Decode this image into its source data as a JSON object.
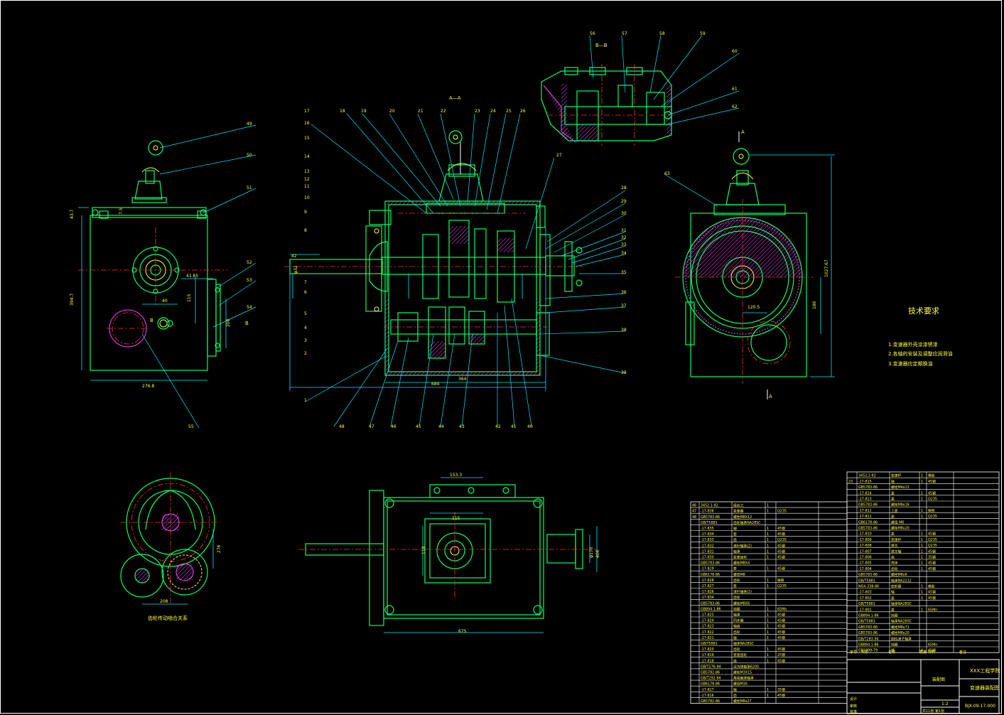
{
  "section_labels": {
    "aa": "A—A",
    "bb": "B—B",
    "a_mark_top": "A",
    "a_mark_bottom": "A",
    "b_mark1": "B",
    "b_mark2": "B"
  },
  "tech_requirements": {
    "title": "技术要求",
    "items": [
      "1.变速器外壳涂漆锈漆",
      "2.各轴的安装及调整应润滑油",
      "3.变速器应定期换油"
    ]
  },
  "gear_caption": "齿轮传动啮合关系",
  "dimensions": {
    "left_height": "394.7",
    "left_top": "43.7",
    "left_75": "7.5",
    "left_width": "276.8",
    "left_40": "40",
    "left_115": "115",
    "left_4185": "41.85",
    "left_200": "200",
    "main_width": "684",
    "main_364": "364",
    "main_42": "42",
    "main_32": "φ32",
    "right_height": "1027.67",
    "right_180": "180",
    "right_1205": "120.5",
    "bottom_153": "153.3",
    "bottom_115": "115",
    "bottom_675": "675",
    "bottom_118": "118",
    "bottom_170": "φ170",
    "bottom_406": "406",
    "gear_208": "208",
    "gear_276": "276"
  },
  "callouts_top": [
    "17",
    "18",
    "19",
    "20",
    "21",
    "22",
    "23",
    "24",
    "25",
    "26"
  ],
  "callouts_left": [
    "16",
    "15",
    "14",
    "13",
    "12",
    "11",
    "10",
    "9",
    "8",
    "7",
    "6",
    "5",
    "4",
    "3",
    "2",
    "1"
  ],
  "callouts_right": [
    "27",
    "28",
    "29",
    "30",
    "31",
    "32",
    "33",
    "34",
    "35",
    "36",
    "37",
    "38",
    "39"
  ],
  "callouts_bottom": [
    "48",
    "47",
    "46",
    "45",
    "44",
    "43",
    "42",
    "41",
    "40"
  ],
  "callouts_leftview": [
    "49",
    "50",
    "51",
    "52",
    "53",
    "54",
    "55"
  ],
  "callouts_bb": [
    "56",
    "57",
    "58",
    "59",
    "60",
    "61",
    "62"
  ],
  "callout_right_view": "63",
  "bom_left": {
    "rows": [
      [
        "46",
        "3452.1-92",
        "组合工",
        "1",
        "",
        ""
      ],
      [
        "47",
        "-17-836",
        "变速器",
        "1",
        "Q235",
        ""
      ],
      [
        "48",
        "GB5783-86",
        "螺栓M8X12",
        "",
        "",
        " "
      ],
      [
        "",
        "GB/T5881",
        "齿轮轴承NA28SC",
        "",
        "",
        ""
      ],
      [
        "",
        "-17-835",
        "轴",
        "1",
        "45钢",
        ""
      ],
      [
        "",
        "-17-834",
        "套",
        "1",
        "45钢",
        ""
      ],
      [
        "",
        "-17-833",
        "齿",
        "1",
        "Q235",
        ""
      ],
      [
        "",
        "-17-832",
        "滚针轴承(2)",
        "1",
        "45钢",
        ""
      ],
      [
        "",
        "-17-831",
        "轴承",
        "1",
        "45钢",
        ""
      ],
      [
        "",
        "-17-830",
        "变速齿轮",
        "1",
        "45钢",
        ""
      ],
      [
        "",
        "GB5783-86",
        "螺栓M8X4",
        "",
        "",
        ""
      ],
      [
        "",
        "-17-829",
        "套",
        "1",
        "45钢",
        ""
      ],
      [
        "",
        "GB6178-86",
        "螺母M8",
        "",
        "",
        ""
      ],
      [
        "",
        "-17-828",
        "齿轮",
        "1",
        "铸铁",
        ""
      ],
      [
        "",
        "-17-827",
        "套",
        "1",
        "Q235",
        ""
      ],
      [
        "",
        "-17-826",
        "滚针轴承(2)",
        "",
        "",
        ""
      ],
      [
        "",
        "-17-834",
        "齿轮",
        "",
        "",
        ""
      ],
      [
        "",
        "GB5783-86",
        "螺栓M8X6",
        "",
        "",
        ""
      ],
      [
        "",
        "GB894.1-86",
        "挡圈",
        "1",
        "65Mn",
        ""
      ],
      [
        "",
        "-17-825",
        "轴承",
        "1",
        "45钢",
        ""
      ],
      [
        "",
        "-17-824",
        "同步器",
        "1",
        "45钢",
        ""
      ],
      [
        "",
        "-17-823",
        "轴齿",
        "1",
        "45钢",
        ""
      ],
      [
        "",
        "-17-822",
        "齿轮",
        "1",
        "45钢",
        ""
      ],
      [
        "",
        "-17-821",
        "轴",
        "1",
        "45钢",
        ""
      ],
      [
        "",
        "GB/T5881",
        "轴承NA28SC",
        "",
        "",
        ""
      ],
      [
        "",
        "-17-820",
        "齿轮",
        "1",
        "45钢",
        ""
      ],
      [
        "",
        "-17-819",
        "变速齿轮",
        "1",
        "25钢",
        ""
      ],
      [
        "",
        "-17-818",
        "齿",
        "1",
        "45钢",
        ""
      ],
      [
        "",
        "GB/T276-94",
        "深沟球轴承6205",
        "",
        "",
        ""
      ],
      [
        "",
        "GB5782-86",
        "螺栓M3X15",
        "",
        "",
        ""
      ],
      [
        "",
        "GB/T292-94",
        "角接触球轴承",
        "",
        "",
        ""
      ],
      [
        "",
        "GB6178-86",
        "螺母M16",
        "",
        "",
        ""
      ],
      [
        "",
        "-17-817",
        "轴",
        "1",
        "35钢",
        ""
      ],
      [
        "",
        "-17-816",
        "齿",
        "1",
        "45钢",
        ""
      ],
      [
        "",
        "GB5782-86",
        "螺栓M8x27",
        "",
        "",
        ""
      ]
    ]
  },
  "bom_right": {
    "rows": [
      [
        "",
        "3452.1-92",
        "变速杆",
        "1",
        "橡胶",
        ""
      ],
      [
        "23",
        "-17-815",
        "轴",
        "1",
        "45钢",
        ""
      ],
      [
        "",
        "GB5783-86",
        "螺栓M4x13",
        "",
        "",
        ""
      ],
      [
        "",
        "-17-814",
        "盖",
        "1",
        "45钢",
        ""
      ],
      [
        "",
        "-17-813",
        "盖",
        "1",
        "Q235",
        ""
      ],
      [
        "",
        "GB5783-86",
        "螺栓M8x16",
        "",
        "",
        ""
      ],
      [
        "",
        "-17-812",
        "上盖",
        "1",
        "铸铁",
        ""
      ],
      [
        "",
        "-17-811",
        "盖",
        "1",
        "Q235",
        ""
      ],
      [
        "",
        "GB6178-86",
        "螺母 M6",
        "",
        "",
        ""
      ],
      [
        "",
        "GB5783-86",
        "螺栓M8x20",
        "",
        "",
        ""
      ],
      [
        "",
        "-17-810",
        "盖",
        "1",
        "45钢",
        ""
      ],
      [
        "",
        "-17-809",
        "变速杆",
        "1",
        "Q235",
        ""
      ],
      [
        "",
        "-17-808",
        "拨叉",
        "1",
        "Q235",
        ""
      ],
      [
        "",
        "-17-807",
        "拨叉轴",
        "1",
        "45钢",
        ""
      ],
      [
        "",
        "-17-806",
        "齿",
        "1",
        "35钢",
        ""
      ],
      [
        "",
        "-17-805",
        "壳体",
        "1",
        "45钢",
        ""
      ],
      [
        "",
        "-17-804",
        "齿轮",
        "1",
        "45钢",
        ""
      ],
      [
        "",
        "GB5783-86",
        "螺栓M8x6",
        "",
        "",
        ""
      ],
      [
        "",
        "GB/T5881",
        "轴承NA2212",
        "",
        "",
        ""
      ],
      [
        "",
        "NG4-338-86",
        "密封圈",
        "1",
        "橡胶",
        ""
      ],
      [
        "",
        "-17-803",
        "轴",
        "1",
        "45钢",
        ""
      ],
      [
        "",
        "-17-802",
        "盖",
        "1",
        "45钢",
        ""
      ],
      [
        "",
        "GB/T5881",
        "轴承NA28SC",
        "",
        "",
        ""
      ],
      [
        "",
        "-17-801",
        "盖",
        "1",
        "65Mn",
        ""
      ],
      [
        "",
        "GB894.1-86",
        "挡圈",
        "",
        "",
        ""
      ],
      [
        "",
        "GB/T5881",
        "轴承NA28SC",
        "",
        "",
        ""
      ],
      [
        "",
        "GB5783-86",
        "螺栓M8x71",
        "",
        "",
        ""
      ],
      [
        "",
        "GB5783-86",
        "螺栓M8x20",
        "",
        "",
        ""
      ],
      [
        "",
        "GB/T283-94",
        "圆柱滚子轴承",
        "",
        "",
        ""
      ],
      [
        "",
        "GB894.1-86",
        "挡圈",
        "",
        "65Mn",
        ""
      ],
      [
        "",
        "GB1099-79",
        "键",
        "4",
        "45钢",
        ""
      ]
    ],
    "header": [
      "序号",
      "代号",
      "名称",
      "数量",
      "材料",
      "备注"
    ]
  },
  "title_block": {
    "school": "XXX工程学院",
    "drawing_name": "变速器装配图",
    "part_label": "装配图",
    "drawing_no": "BJX-09-17-000",
    "scale": "1:2",
    "sheet": "共11张 第1张",
    "design": "设计",
    "check": "审核",
    "approve": "批准"
  }
}
